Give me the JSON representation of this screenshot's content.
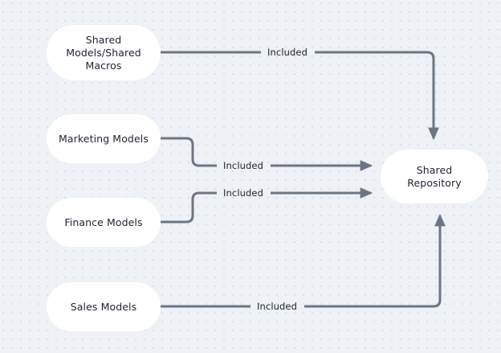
{
  "diagram": {
    "type": "flow-diagram",
    "background_color": "#eef1f5",
    "dot_color": "#dadfe6",
    "node_fill": "#ffffff",
    "node_text_color": "#1d2430",
    "edge_color": "#6b7684",
    "nodes": [
      {
        "id": "shared-models-shared-macros",
        "label": "Shared\nModels/Shared\nMacros"
      },
      {
        "id": "marketing-models",
        "label": "Marketing Models"
      },
      {
        "id": "finance-models",
        "label": "Finance Models"
      },
      {
        "id": "sales-models",
        "label": "Sales Models"
      },
      {
        "id": "shared-repository",
        "label": "Shared Repository"
      }
    ],
    "edges": [
      {
        "id": "edge-shared-models-to-repository",
        "from": "shared-models-shared-macros",
        "to": "shared-repository",
        "label": "Included"
      },
      {
        "id": "edge-marketing-to-repository",
        "from": "marketing-models",
        "to": "shared-repository",
        "label": "Included"
      },
      {
        "id": "edge-finance-to-repository",
        "from": "finance-models",
        "to": "shared-repository",
        "label": "Included"
      },
      {
        "id": "edge-sales-to-repository",
        "from": "sales-models",
        "to": "shared-repository",
        "label": "Included"
      }
    ]
  }
}
